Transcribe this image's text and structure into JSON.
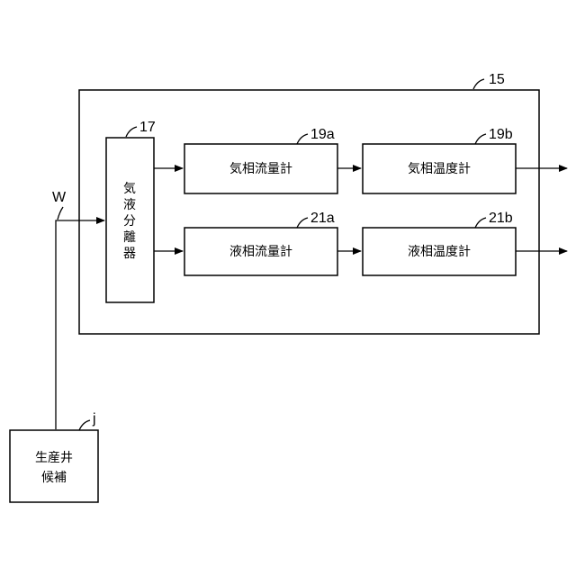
{
  "labels": {
    "system_ref": "15",
    "separator_ref": "17",
    "gas_flow_ref": "19a",
    "gas_temp_ref": "19b",
    "liquid_flow_ref": "21a",
    "liquid_temp_ref": "21b",
    "well_ref": "j",
    "pipe_ref": "W"
  },
  "boxes": {
    "separator": "気液分離器",
    "gas_flow_meter": "気相流量計",
    "gas_temp_meter": "気相温度計",
    "liquid_flow_meter": "液相流量計",
    "liquid_temp_meter": "液相温度計",
    "well_line1": "生産井",
    "well_line2": "候補"
  }
}
